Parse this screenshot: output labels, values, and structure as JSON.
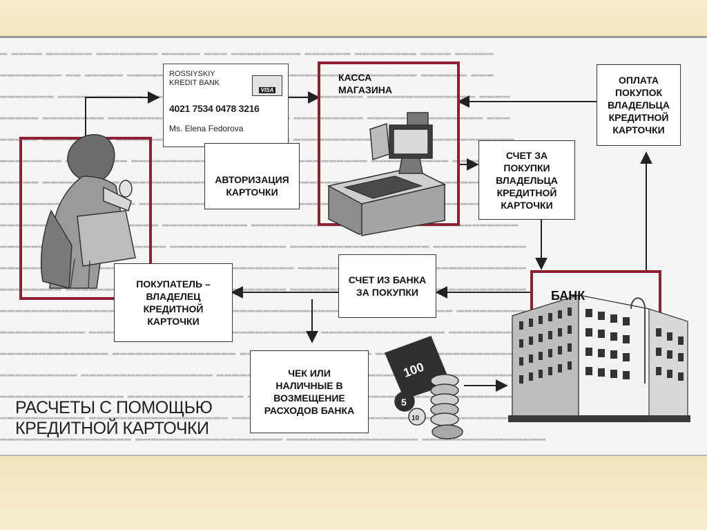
{
  "diagram": {
    "title": "РАСЧЕТЫ С ПОМОЩЬЮ КРЕДИТНОЙ КАРТОЧКИ",
    "card": {
      "bank_line1": "ROSSIYSKIY",
      "bank_line2": "KREDIT BANK",
      "brand": "VISA",
      "number": "4021 7534 0478 3216",
      "holder": "Ms. Elena Fedorova"
    },
    "nodes": {
      "authorization": "АВТОРИЗАЦИЯ КАРТОЧКИ",
      "store_register": "КАССА МАГАЗИНА",
      "payment": "ОПЛАТА ПОКУПОК ВЛАДЕЛЬЦА КРЕДИТНОЙ КАРТОЧКИ",
      "store_invoice": "СЧЕТ ЗА ПОКУПКИ ВЛАДЕЛЬЦА КРЕДИТНОЙ КАРТОЧКИ",
      "bank_invoice": "СЧЕТ ИЗ БАНКА ЗА ПОКУПКИ",
      "buyer": "ПОКУПАТЕЛЬ – ВЛАДЕЛЕЦ КРЕДИТНОЙ КАРТОЧКИ",
      "bank": "БАНК",
      "check_cash": "ЧЕК ИЛИ НАЛИЧНЫЕ В ВОЗМЕЩЕНИЕ РАСХОДОВ БАНКА"
    },
    "money": {
      "banknote": "100",
      "coin1": "5",
      "coin2": "10"
    }
  }
}
